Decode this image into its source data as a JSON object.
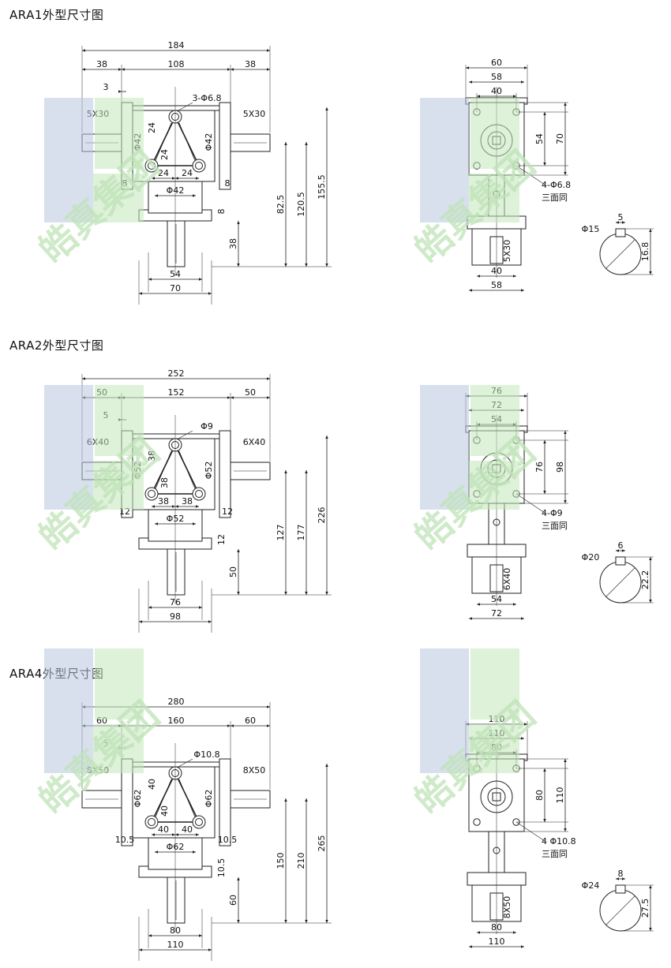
{
  "sections": [
    {
      "title": "ARA1外型尺寸图",
      "front": {
        "overall": "184",
        "left": "38",
        "mid": "108",
        "right": "38",
        "offset": "3",
        "holes": "3-Φ6.8",
        "key_l": "5X30",
        "key_r": "5X30",
        "dia_l": "Φ42",
        "dia_r": "Φ42",
        "v1": "24",
        "v2": "24",
        "h1": "24",
        "h2": "24",
        "flange_l": "8",
        "flange_r": "8",
        "flange_b": "8",
        "bottom_dia": "Φ42",
        "b_inner": "54",
        "b_outer": "70",
        "hgt1": "82.5",
        "hgt2": "120.5",
        "hgt3": "155.5",
        "hgt4": "38"
      },
      "side": {
        "w1": "60",
        "w2": "58",
        "w3": "40",
        "h1": "54",
        "h2": "70",
        "holes": "4-Φ6.8",
        "faces": "三面同",
        "key": "5X30",
        "b1": "40",
        "b2": "58"
      },
      "key": {
        "dia": "Φ15",
        "width": "5",
        "height": "16.8"
      }
    },
    {
      "title": "ARA2外型尺寸图",
      "front": {
        "overall": "252",
        "left": "50",
        "mid": "152",
        "right": "50",
        "offset": "5",
        "holes": "Φ9",
        "key_l": "6X40",
        "key_r": "6X40",
        "dia_l": "Φ52",
        "dia_r": "Φ52",
        "v1": "38",
        "v2": "38",
        "h1": "38",
        "h2": "38",
        "flange_l": "12",
        "flange_r": "12",
        "flange_b": "12",
        "bottom_dia": "Φ52",
        "b_inner": "76",
        "b_outer": "98",
        "hgt1": "127",
        "hgt2": "177",
        "hgt3": "226",
        "hgt4": "50"
      },
      "side": {
        "w1": "76",
        "w2": "72",
        "w3": "54",
        "h1": "76",
        "h2": "98",
        "holes": "4-Φ9",
        "faces": "三面同",
        "key": "6X40",
        "b1": "54",
        "b2": "72"
      },
      "key": {
        "dia": "Φ20",
        "width": "6",
        "height": "22.2"
      }
    },
    {
      "title": "ARA4外型尺寸图",
      "front": {
        "overall": "280",
        "left": "60",
        "mid": "160",
        "right": "60",
        "offset": "5",
        "holes": "Φ10.8",
        "key_l": "8X50",
        "key_r": "8X50",
        "dia_l": "Φ62",
        "dia_r": "Φ62",
        "v1": "40",
        "v2": "40",
        "h1": "40",
        "h2": "40",
        "flange_l": "10.5",
        "flange_r": "10.5",
        "flange_b": "10.5",
        "bottom_dia": "Φ62",
        "b_inner": "80",
        "b_outer": "110",
        "hgt1": "150",
        "hgt2": "210",
        "hgt3": "265",
        "hgt4": "60"
      },
      "side": {
        "w1": "110",
        "w2": "110",
        "w3": "80",
        "h1": "80",
        "h2": "110",
        "holes": "4 Φ10.8",
        "faces": "三面同",
        "key": "8X50",
        "b1": "80",
        "b2": "110"
      },
      "key": {
        "dia": "Φ24",
        "width": "8",
        "height": "27.5"
      }
    }
  ],
  "watermark": {
    "text": "皓真集团",
    "blue": "#b8c7e0",
    "green": "#c2e6b9"
  }
}
